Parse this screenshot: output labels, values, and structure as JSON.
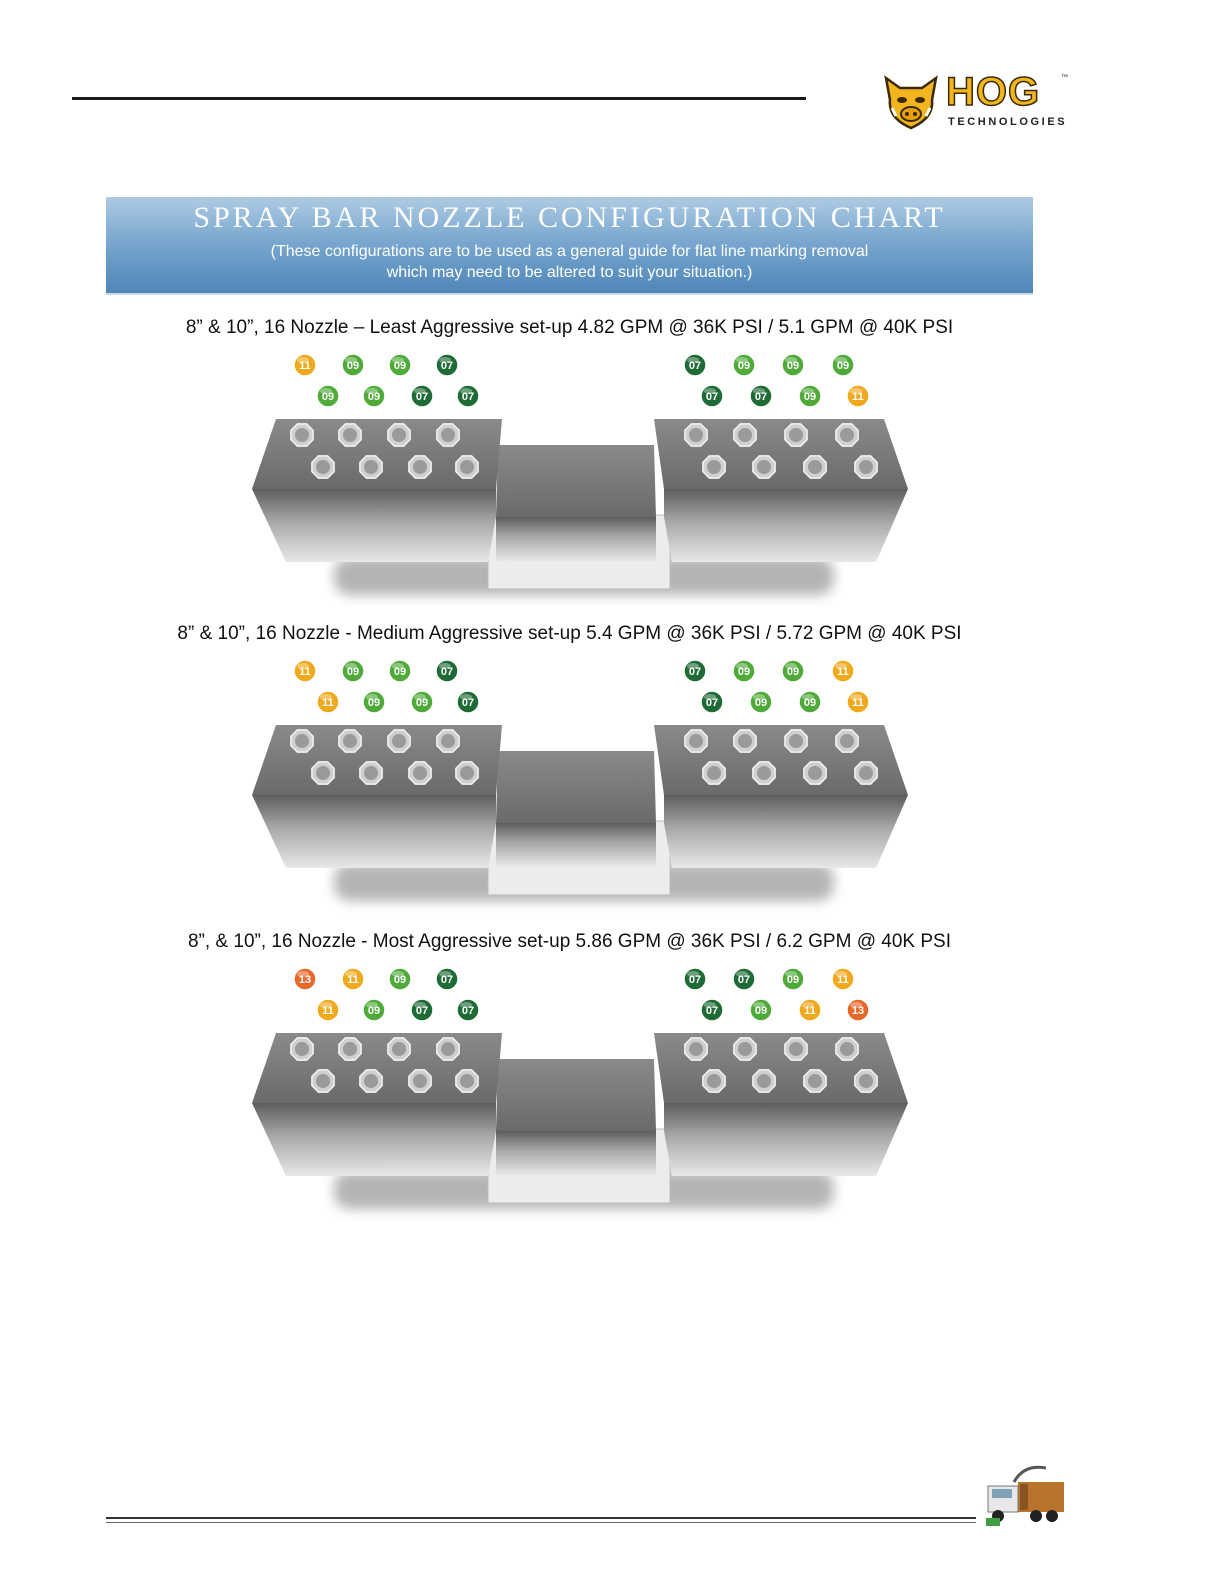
{
  "brand": {
    "logo_word": "HOG",
    "logo_tm": "™",
    "logo_sub": "TECHNOLOGIES"
  },
  "chart": {
    "title": "SPRAY BAR NOZZLE CONFIGURATION CHART",
    "subtitle_line1": "(These configurations are to be used as a general guide for flat line marking removal",
    "subtitle_line2": "which may need to be altered to suit your situation.)",
    "setups": [
      {
        "title": "8” & 10”, 16 Nozzle – Least Aggressive set-up 4.82 GPM @ 36K PSI / 5.1 GPM @ 40K PSI",
        "left_top": [
          "11",
          "09",
          "09",
          "07"
        ],
        "left_bottom": [
          "09",
          "09",
          "07",
          "07"
        ],
        "right_top": [
          "07",
          "09",
          "09",
          "09"
        ],
        "right_bottom": [
          "07",
          "07",
          "09",
          "11"
        ]
      },
      {
        "title": "8” & 10”, 16 Nozzle - Medium Aggressive set-up 5.4 GPM @ 36K PSI / 5.72 GPM @ 40K PSI",
        "left_top": [
          "11",
          "09",
          "09",
          "07"
        ],
        "left_bottom": [
          "11",
          "09",
          "09",
          "07"
        ],
        "right_top": [
          "07",
          "09",
          "09",
          "11"
        ],
        "right_bottom": [
          "07",
          "09",
          "09",
          "11"
        ]
      },
      {
        "title": "8”, & 10”, 16 Nozzle - Most Aggressive set-up 5.86 GPM @ 36K PSI / 6.2 GPM @ 40K PSI",
        "left_top": [
          "13",
          "11",
          "09",
          "07"
        ],
        "left_bottom": [
          "11",
          "09",
          "07",
          "07"
        ],
        "right_top": [
          "07",
          "07",
          "09",
          "11"
        ],
        "right_bottom": [
          "07",
          "09",
          "11",
          "13"
        ]
      }
    ]
  },
  "nozzle_colors": {
    "07": "#1e6b35",
    "09": "#4faa3a",
    "11": "#f0a81c",
    "13": "#e8672a"
  }
}
